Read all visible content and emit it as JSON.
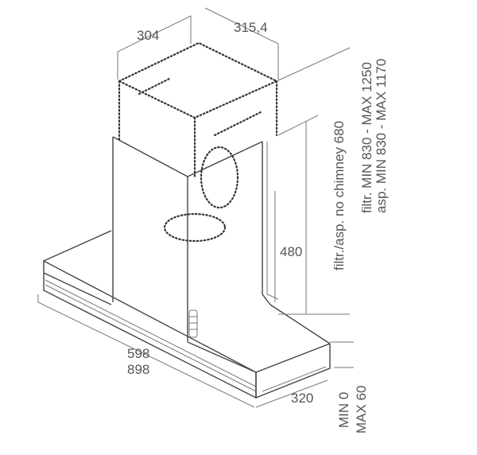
{
  "diagram": {
    "dimensions": {
      "chimney_width": "304",
      "chimney_depth": "315,4",
      "chimney_height_filter": "filtr. MIN 830 - MAX 1250",
      "chimney_height_aspiration": "asp. MIN 830 - MAX 1170",
      "no_chimney_height": "filtr./asp. no chimney 680",
      "lower_chimney_height": "480",
      "hood_width_1": "598",
      "hood_width_2": "898",
      "hood_depth": "320",
      "hood_thickness_min": "MIN 0",
      "hood_thickness_max": "MAX 60"
    }
  }
}
